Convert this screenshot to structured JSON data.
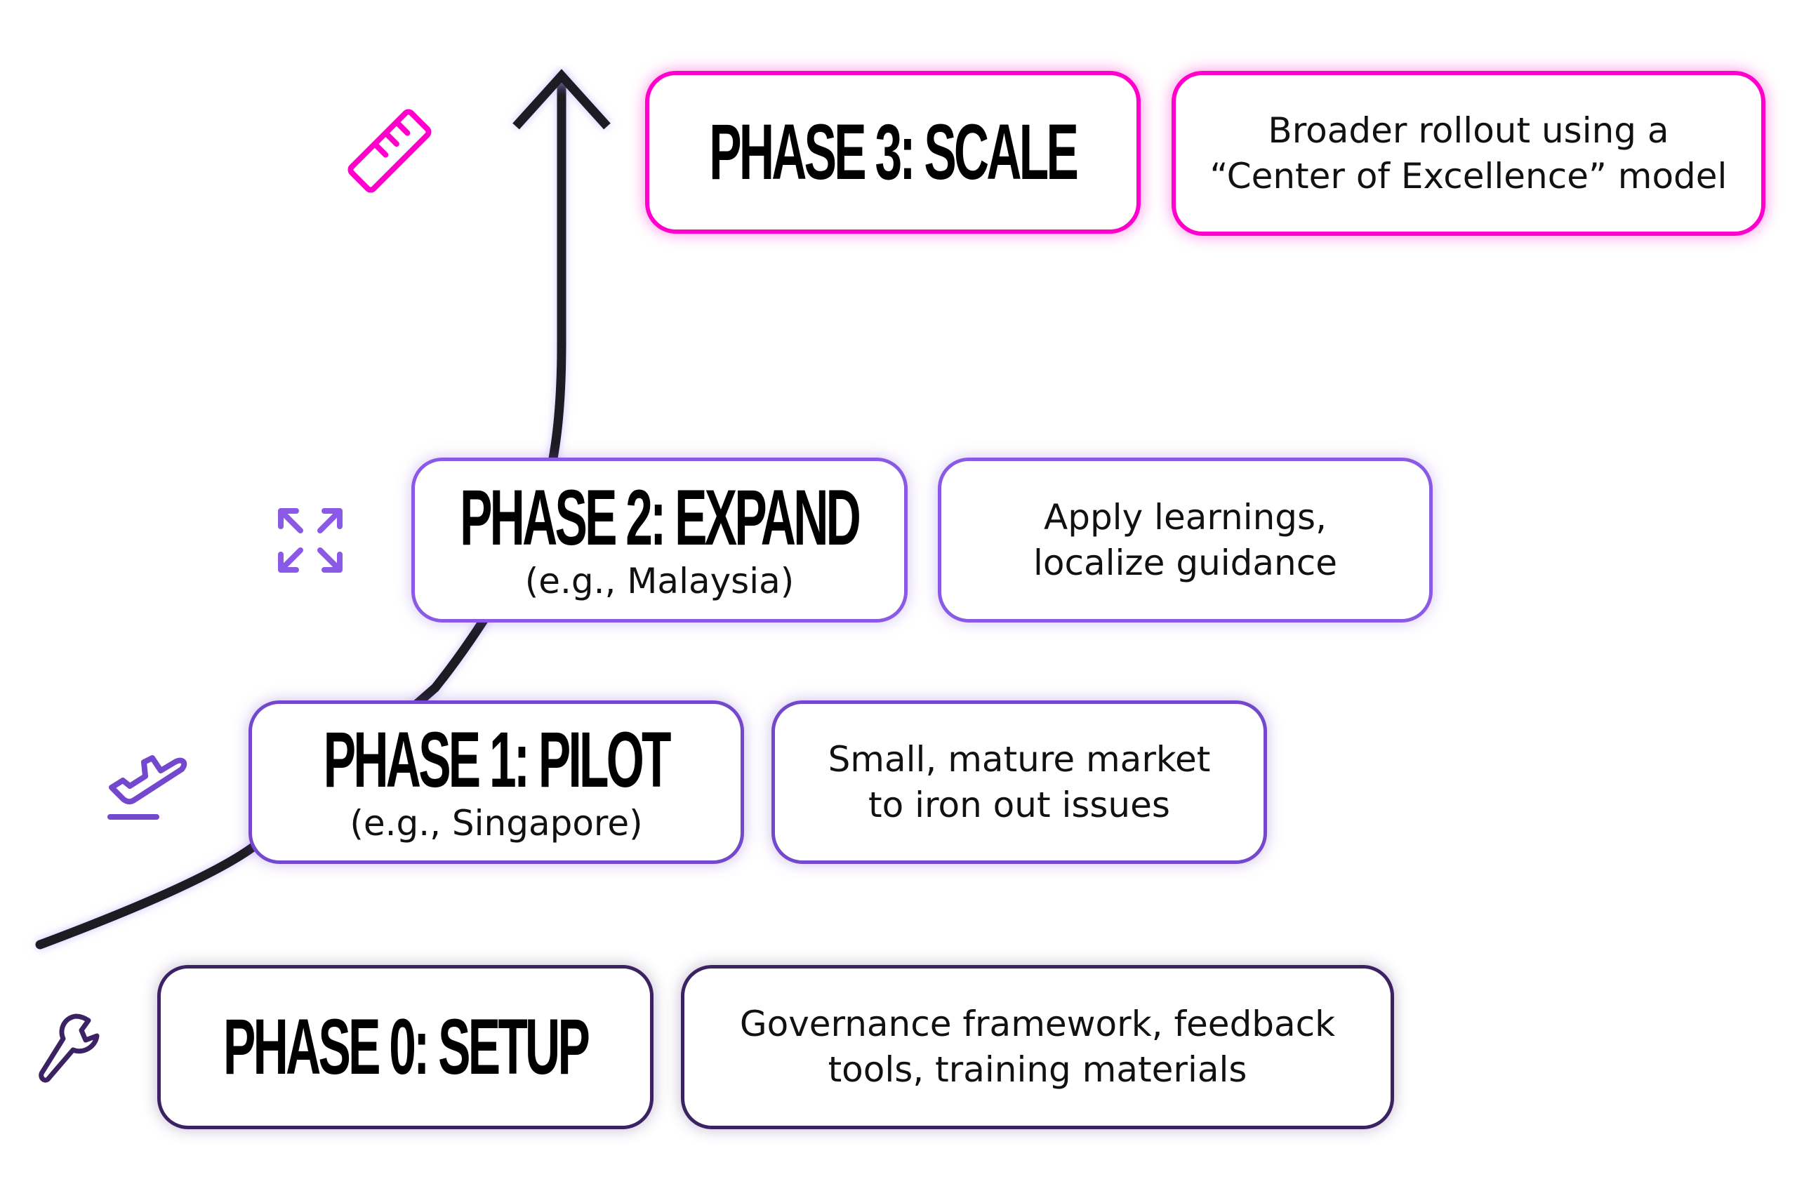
{
  "colors": {
    "phase3": "#ff00cc",
    "phase2": "#8a5ae6",
    "phase1": "#7448cc",
    "phase0": "#3b2263",
    "arrow": "#1e1b22"
  },
  "phases": [
    {
      "id": "phase-0",
      "title": "PHASE 0: SETUP",
      "subtitle": "",
      "icon": "wrench-icon",
      "description_lines": [
        "Governance framework, feedback",
        "tools, training materials"
      ]
    },
    {
      "id": "phase-1",
      "title": "PHASE 1: PILOT",
      "subtitle": "(e.g., Singapore)",
      "icon": "airplane-takeoff-icon",
      "description_lines": [
        "Small, mature market",
        "to iron out issues"
      ]
    },
    {
      "id": "phase-2",
      "title": "PHASE 2: EXPAND",
      "subtitle": "(e.g., Malaysia)",
      "icon": "expand-arrows-icon",
      "description_lines": [
        "Apply learnings,",
        "localize guidance"
      ]
    },
    {
      "id": "phase-3",
      "title": "PHASE 3: SCALE",
      "subtitle": "",
      "icon": "ruler-icon",
      "description_lines": [
        "Broader rollout using a",
        "“Center of Excellence” model"
      ]
    }
  ]
}
